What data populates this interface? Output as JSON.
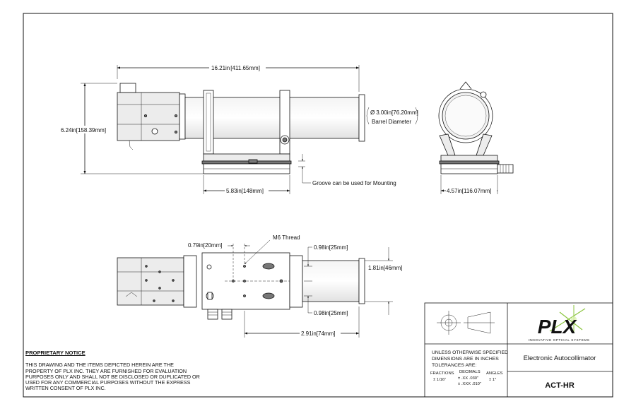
{
  "side_view": {
    "overall_length": "16.21in",
    "overall_length_mm": "411.65mm",
    "height": "6.24in",
    "height_mm": "158.39mm",
    "barrel_diameter_value": "3.00in",
    "barrel_diameter_mm": "76.20mm",
    "barrel_diameter_label": "Barrel Diameter",
    "diameter_symbol": "Ø",
    "base_length": "5.83in",
    "base_length_mm": "148mm",
    "groove_note": "Groove can be used for Mounting"
  },
  "end_view": {
    "width": "4.57in",
    "width_mm": "116.07mm"
  },
  "top_view": {
    "thread_note": "M6 Thread",
    "offset": "0.79in",
    "offset_mm": "20mm",
    "spacing_top": "0.98in",
    "spacing_top_mm": "25mm",
    "spacing_bottom": "0.98in",
    "spacing_bottom_mm": "25mm",
    "barrel_width": "1.81in",
    "barrel_width_mm": "46mm",
    "length_to_end": "2.91in",
    "length_to_end_mm": "74mm"
  },
  "notice": {
    "title": "PROPRIETARY NOTICE",
    "body": "THIS DRAWING AND THE ITEMS DEPICTED HEREIN ARE THE PROPERTY OF PLX INC. THEY ARE FURNISHED FOR EVALUATION PURPOSES ONLY AND SHALL NOT BE DISCLOSED OR DUPLICATED OR USED FOR ANY COMMERCIAL PURPOSES WITHOUT THE EXPRESS WRITTEN CONSENT OF PLX INC."
  },
  "title_block": {
    "tolerance_line1": "UNLESS OTHERWISE SPECIFIED",
    "tolerance_line2": "DIMENSIONS ARE IN INCHES",
    "tolerance_line3": "TOLERANCES ARE:",
    "fractions_label": "FRACTIONS",
    "fractions_value": "± 1/16\"",
    "decimals_label": "DECIMALS",
    "decimals_xx": "± .XX  .030\"",
    "decimals_xxx": "± .XXX .010\"",
    "angles_label": "ANGLES",
    "angles_value": "± 1°",
    "logo_text": "PLX",
    "logo_tagline": "INNOVATIVE OPTICAL SYSTEMS",
    "product_name": "Electronic Autocollimator",
    "part_number": "ACT-HR",
    "logo_color": "#1a1a1a",
    "logo_accent": "#8bc53f"
  }
}
